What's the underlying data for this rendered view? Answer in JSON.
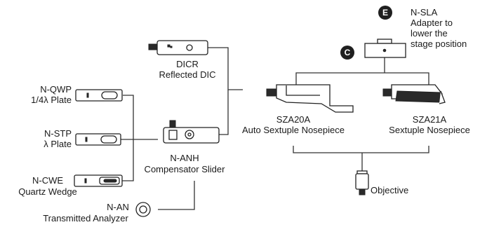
{
  "diagram": {
    "badges": {
      "e": "E",
      "c": "C"
    },
    "components": {
      "n_sla": {
        "name": "N-SLA",
        "desc_line1": "Adapter to",
        "desc_line2": "lower the",
        "desc_line3": "stage position"
      },
      "dicr": {
        "name": "DICR",
        "desc": "Reflected DIC"
      },
      "n_qwp": {
        "name": "N-QWP",
        "desc": "1/4λ Plate"
      },
      "n_stp": {
        "name": "N-STP",
        "desc": "λ Plate"
      },
      "n_cwe": {
        "name": "N-CWE",
        "desc": "Quartz Wedge"
      },
      "n_anh": {
        "name": "N-ANH",
        "desc": "Compensator Slider"
      },
      "sza20a": {
        "name": "SZA20A",
        "desc": "Auto Sextuple Nosepiece"
      },
      "sza21a": {
        "name": "SZA21A",
        "desc": "Sextuple Nosepiece"
      },
      "objective": {
        "name": "Objective"
      },
      "n_an": {
        "name": "N-AN",
        "desc": "Transmitted Analyzer"
      }
    }
  }
}
